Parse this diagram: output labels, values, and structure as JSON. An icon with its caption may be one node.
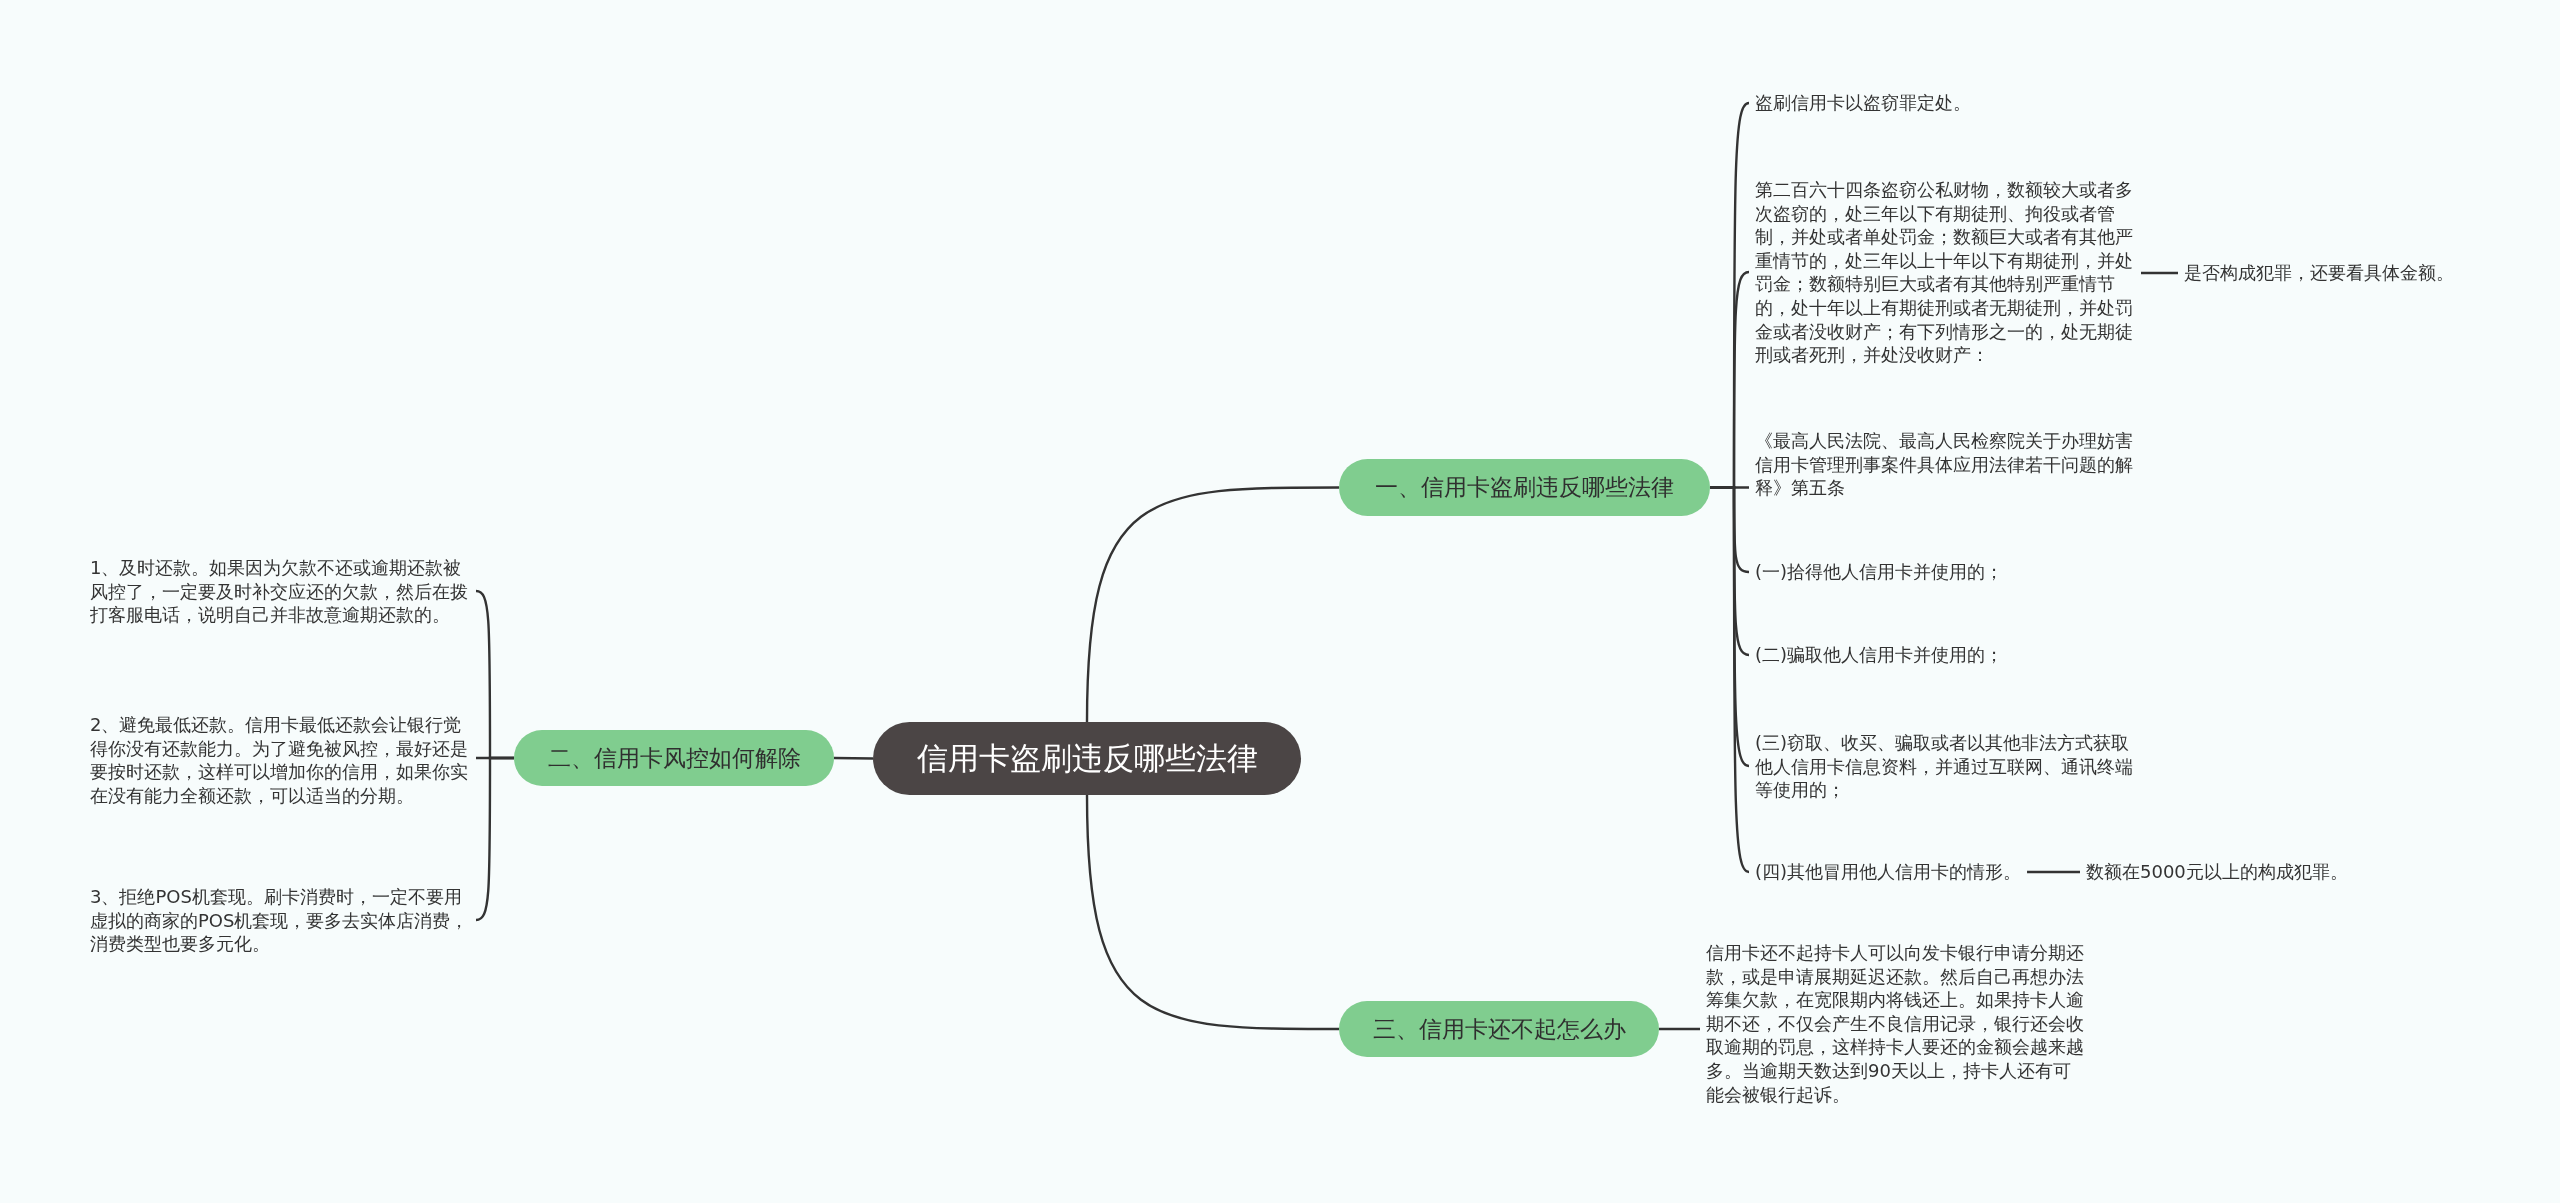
{
  "diagram": {
    "nodes": [
      {
        "text": [
          "信用卡盗刷违反哪些法律"
        ]
      },
      {
        "text": [
          "一、信用卡盗刷违反哪些法律"
        ]
      },
      {
        "text": [
          "盗刷信用卡以盗窃罪定处。"
        ]
      },
      {
        "text": [
          "第二百六十四条盗窃公私财物，数额较大或者多次盗窃的，处三年以下有期徒刑、拘役或者管制，并处或者单处罚金；数额巨大或者有其他严重情节的，处三年以上十年以下有期徒刑，并处罚金；数额特别巨大或者有其他特别严重情节的，处十年以上有期徒刑或者无期徒刑，并处罚金或者没收财产；有下列情形之一的，处无期徒刑或者死刑，并处没收财产："
        ]
      },
      {
        "text": [
          "《最高人民法院、最高人民检察院关于办理妨害信用卡管理刑事案件具体应用法律若干问题的解释》第五条"
        ]
      },
      {
        "text": [
          "(一)拾得他人信用卡并使用的；"
        ]
      },
      {
        "text": [
          "(二)骗取他人信用卡并使用的；"
        ]
      },
      {
        "text": [
          "(三)窃取、收买、骗取或者以其他非法方式获取他人信用卡信息资料，并通过互联网、通讯终端等使用的；"
        ]
      },
      {
        "text": [
          "(四)其他冒用他人信用卡的情形。"
        ]
      },
      {
        "text": [
          "是否构成犯罪，还要看具体金额。"
        ]
      },
      {
        "text": [
          "数额在5000元以上的构成犯罪。"
        ]
      },
      {
        "text": [
          "二、信用卡风控如何解除"
        ]
      },
      {
        "text": [
          "1、及时还款。如果因为欠款不还或逾期还款被风控了，一定要及时补交应还的欠款，然后在拨打客服电话，说明自己并非故意逾期还款的。"
        ]
      },
      {
        "text": [
          "2、避免最低还款。信用卡最低还款会让银行觉得你没有还款能力。为了避免被风控，最好还是要按时还款，这样可以增加你的信用，如果你实在没有能力全额还款，可以适当的分期。"
        ]
      },
      {
        "text": [
          "3、拒绝POS机套现。刷卡消费时，一定不要用虚拟的商家的POS机套现，要多去实体店消费，消费类型也要多元化。"
        ]
      },
      {
        "text": [
          "三、信用卡还不起怎么办"
        ]
      },
      {
        "text": [
          "信用卡还不起持卡人可以向发卡银行申请分期还款，或是申请展期延迟还款。然后自己再想办法筹集欠款，在宽限期内将钱还上。如果持卡人逾期不还，不仅会产生不良信用记录，银行还会收取逾期的罚息，这样持卡人要还的金额会越来越多。当逾期天数达到90天以上，持卡人还有可能会被银行起诉。"
        ]
      }
    ],
    "edges": [
      {
        "from": 0,
        "to": 1,
        "arrow": "none"
      },
      {
        "from": 1,
        "to": 2,
        "arrow": "none"
      },
      {
        "from": 1,
        "to": 3,
        "arrow": "none"
      },
      {
        "from": 1,
        "to": 4,
        "arrow": "none"
      },
      {
        "from": 1,
        "to": 5,
        "arrow": "none"
      },
      {
        "from": 1,
        "to": 6,
        "arrow": "none"
      },
      {
        "from": 1,
        "to": 7,
        "arrow": "none"
      },
      {
        "from": 1,
        "to": 8,
        "arrow": "none"
      },
      {
        "from": 3,
        "to": 9,
        "arrow": "none"
      },
      {
        "from": 8,
        "to": 10,
        "arrow": "none"
      },
      {
        "from": 0,
        "to": 11,
        "arrow": "none"
      },
      {
        "from": 11,
        "to": 12,
        "arrow": "none"
      },
      {
        "from": 11,
        "to": 13,
        "arrow": "none"
      },
      {
        "from": 11,
        "to": 14,
        "arrow": "none"
      },
      {
        "from": 0,
        "to": 15,
        "arrow": "none"
      },
      {
        "from": 15,
        "to": 16,
        "arrow": "none"
      }
    ]
  }
}
